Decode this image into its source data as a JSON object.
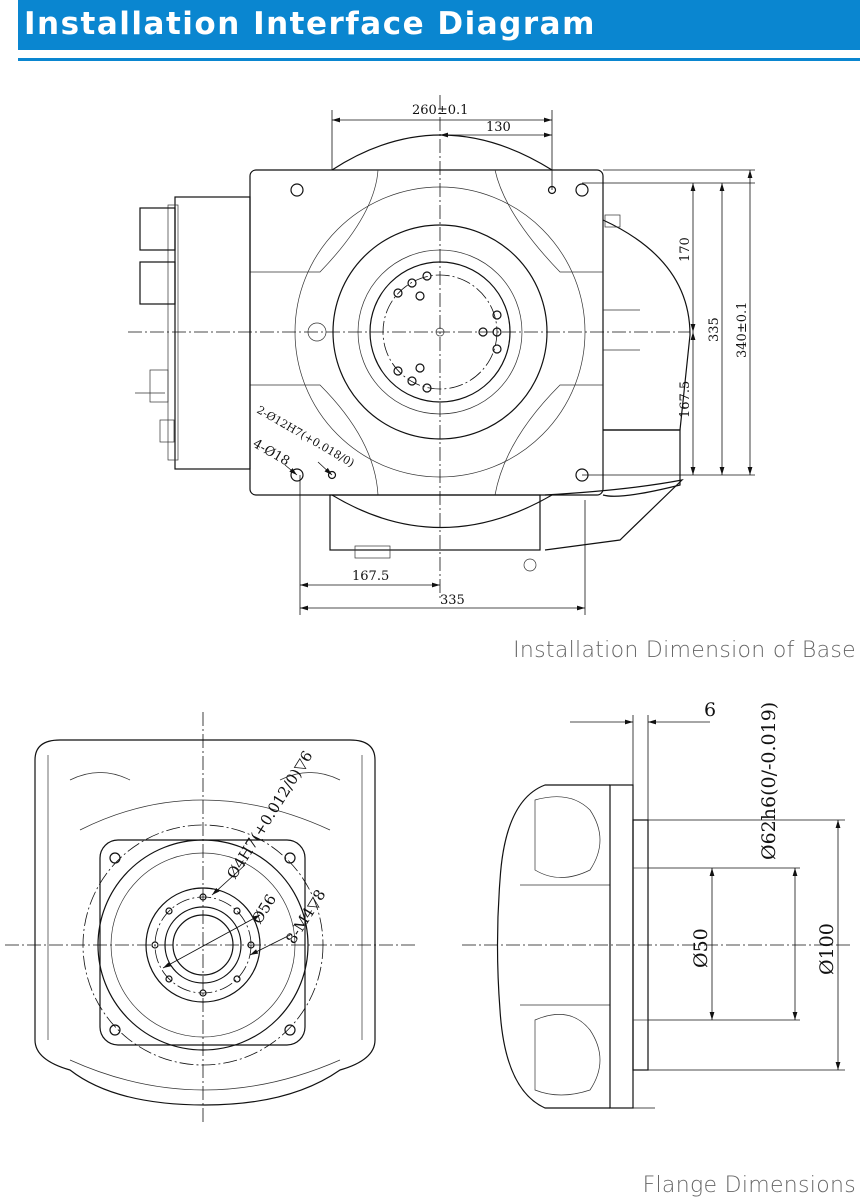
{
  "header": {
    "title": "Installation Interface Diagram",
    "accent_color": "#0a86d0"
  },
  "base_view": {
    "caption": "Installation Dimension of Base",
    "dims": {
      "top_width": "260±0.1",
      "top_half": "130",
      "right_upper": "170",
      "right_mid": "335",
      "right_total": "340±0.1",
      "right_lower": "167.5",
      "pin_holes": "2-Ø12H7(+0.018/0)",
      "bolt_holes": "4-Ø18",
      "bottom_half": "167.5",
      "bottom_total": "335"
    }
  },
  "flange_view": {
    "caption": "Flange Dimensions",
    "dims": {
      "pin_hole": "Ø4H7(+0.012/0)▽6",
      "pcd": "Ø56",
      "threads": "8-M4▽8",
      "plate_thickness": "6",
      "spigot": "Ø62h6(0/-0.019)",
      "inner": "Ø50",
      "outer": "Ø100"
    }
  }
}
